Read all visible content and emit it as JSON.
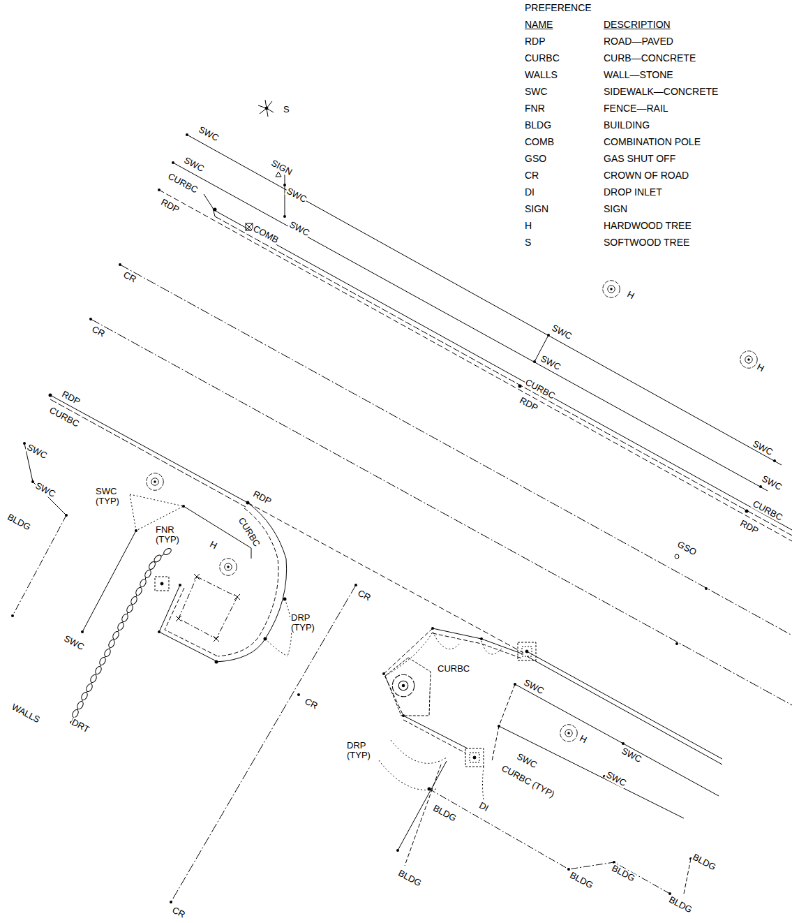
{
  "diagram": {
    "labels": [
      "PREFERENCE",
      "NAME",
      "DESCRIPTION",
      "RDP",
      "ROAD—PAVED",
      "CURBC",
      "CURB—CONCRETE",
      "WALLS",
      "WALL—STONE",
      "SWC",
      "SIDEWALK—CONCRETE",
      "FNR",
      "FENCE—RAIL",
      "BLDG",
      "BUILDING",
      "COMB",
      "COMBINATION POLE",
      "GSO",
      "GAS SHUT OFF",
      "CR",
      "CROWN OF ROAD",
      "DI",
      "DROP INLET",
      "SIGN",
      "SIGN",
      "H",
      "HARDWOOD TREE",
      "S",
      "SOFTWOOD TREE",
      "S",
      "SWC",
      "SIGN",
      "SWC",
      "CURBC",
      "SWC",
      "RDP",
      "SWC",
      "COMB",
      "CR",
      "CR",
      "H",
      "SWC",
      "SWC",
      "CURBC",
      "RDP",
      "H",
      "SWC",
      "SWC",
      "CURBC",
      "RDP",
      "GSO",
      "RDP",
      "CURBC",
      "SWC",
      "SWC",
      "BLDG",
      "SWC (TYP)",
      "RDP",
      "FNR (TYP)",
      "H",
      "CURBC",
      "DRP (TYP)",
      "SWC",
      "CR",
      "CR",
      "WALLS",
      "DRT",
      "CURBC",
      "SWC",
      "H",
      "SWC",
      "SWC",
      "SWC",
      "DRP (TYP)",
      "CURBC (TYP)",
      "DI",
      "BLDG",
      "BLDG",
      "BLDG",
      "BLDG",
      "BLDG",
      "BLDG",
      "CR"
    ]
  }
}
